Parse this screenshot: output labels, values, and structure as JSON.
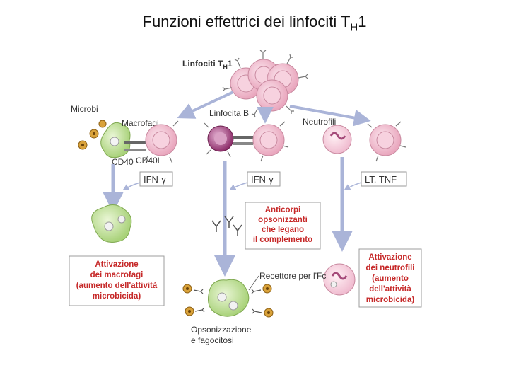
{
  "title": {
    "main": "Funzioni effettrici dei linfociti T",
    "sub": "H",
    "tail": "1"
  },
  "labels": {
    "th1_cells": {
      "main": "Linfociti T",
      "sub": "H",
      "tail": "1"
    },
    "microbes": "Microbi",
    "macrophages": "Macrofagi",
    "b_cell": "Linfocita B",
    "neutrophils": "Neutrofili",
    "cd40": "CD40",
    "cd40l": "CD40L",
    "fc_receptor": "Recettore per l'Fc",
    "opsonization": [
      "Opsonizzazione",
      "e fagocitosi"
    ]
  },
  "cytokines": {
    "left": "IFN-γ",
    "middle": "IFN-γ",
    "right": "LT, TNF"
  },
  "boxes": {
    "antibodies": [
      "Anticorpi",
      "opsonizzanti",
      "che legano",
      "il complemento"
    ],
    "macrophage_activation": [
      "Attivazione",
      "dei macrofagi",
      "(aumento dell'attività",
      "microbicida)"
    ],
    "neutrophil_activation": [
      "Attivazione",
      "dei neutrofili",
      "(aumento",
      "dell'attività",
      "microbicida)"
    ]
  },
  "colors": {
    "box_text": "#c62828",
    "box_border": "#9e9e9e",
    "arrow": "#aab4d8",
    "cell_fill": "#f2c4d2",
    "macrophage": "#c8e6a0",
    "b_cell": "#b0508a",
    "microbe": "#d9a23a"
  }
}
